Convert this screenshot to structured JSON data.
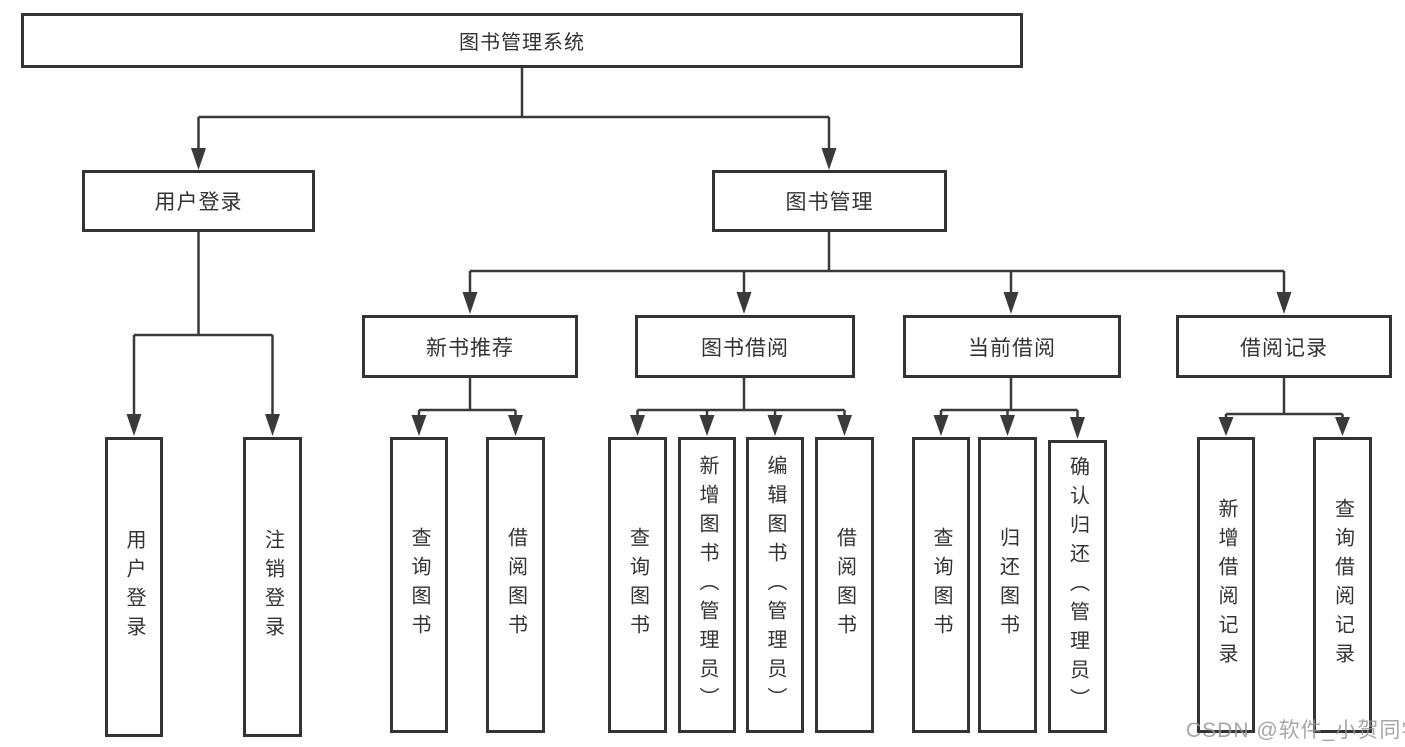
{
  "diagram": {
    "title": "图书管理系统",
    "colors": {
      "line": "#3a3a3a",
      "box_border": "#333333",
      "text": "#333333",
      "watermark": "#969696",
      "background": "#ffffff"
    },
    "root": {
      "label": "图书管理系统",
      "children": [
        {
          "label": "用户登录",
          "children": [
            {
              "label": "用户登录"
            },
            {
              "label": "注销登录"
            }
          ]
        },
        {
          "label": "图书管理",
          "children": [
            {
              "label": "新书推荐",
              "children": [
                {
                  "label": "查询图书"
                },
                {
                  "label": "借阅图书"
                }
              ]
            },
            {
              "label": "图书借阅",
              "children": [
                {
                  "label": "查询图书"
                },
                {
                  "label": "新增图书（管理员）"
                },
                {
                  "label": "编辑图书（管理员）"
                },
                {
                  "label": "借阅图书"
                }
              ]
            },
            {
              "label": "当前借阅",
              "children": [
                {
                  "label": "查询图书"
                },
                {
                  "label": "归还图书"
                },
                {
                  "label": "确认归还（管理员）"
                }
              ]
            },
            {
              "label": "借阅记录",
              "children": [
                {
                  "label": "新增借阅记录"
                },
                {
                  "label": "查询借阅记录"
                }
              ]
            }
          ]
        }
      ]
    },
    "watermark": {
      "text": "CSDN @软件_小贺同学"
    }
  }
}
